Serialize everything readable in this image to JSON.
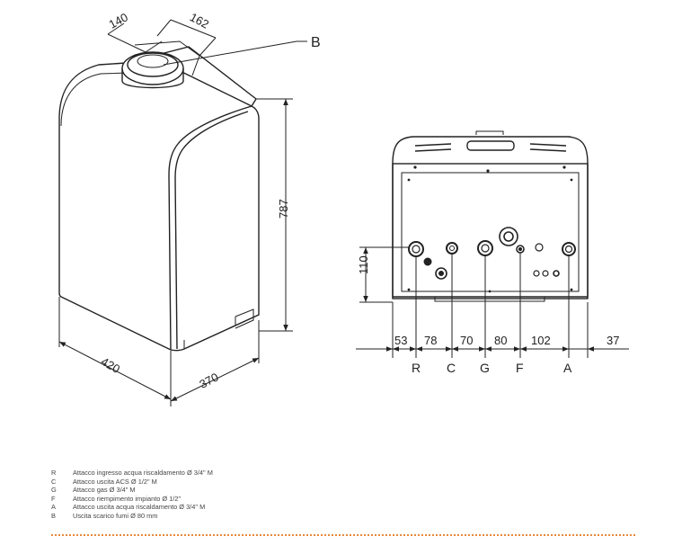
{
  "callout": "B",
  "dimensions": {
    "top_width": "140",
    "top_depth": "162",
    "height": "787",
    "width": "420",
    "depth": "370",
    "connection_height": "110",
    "spacing": [
      "53",
      "78",
      "70",
      "80",
      "102",
      "37"
    ]
  },
  "connections": [
    "R",
    "C",
    "G",
    "F",
    "A"
  ],
  "legend": [
    {
      "key": "R",
      "text": "Attacco ingresso acqua riscaldamento Ø 3/4\" M"
    },
    {
      "key": "C",
      "text": "Attacco uscita ACS Ø 1/2\" M"
    },
    {
      "key": "G",
      "text": "Attacco gas Ø 3/4\" M"
    },
    {
      "key": "F",
      "text": "Attacco riempimento impianto Ø 1/2\""
    },
    {
      "key": "A",
      "text": "Attacco uscita acqua riscaldamento Ø 3/4\" M"
    },
    {
      "key": "B",
      "text": "Uscita scarico fumi Ø 80 mm"
    }
  ],
  "colors": {
    "line": "#222222",
    "rule": "#e8893a"
  }
}
